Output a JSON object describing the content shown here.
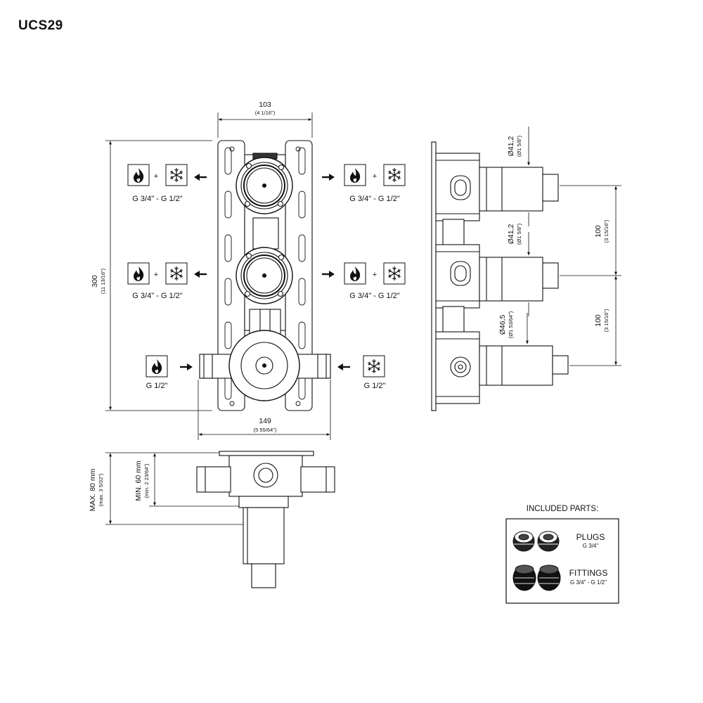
{
  "title": "UCS29",
  "dimensions": {
    "width_top": {
      "main": "103",
      "sub": "(4 1/16\")"
    },
    "height_left": {
      "main": "300",
      "sub": "(11 13/16\")"
    },
    "width_bottom": {
      "main": "149",
      "sub": "(5 55/64\")"
    },
    "max_depth": {
      "main": "MAX. 80 mm",
      "sub": "(max. 3 5/32\")"
    },
    "min_depth": {
      "main": "MIN. 60 mm",
      "sub": "(min. 2 23/64\")"
    },
    "dia_upper": {
      "main": "Ø41,2",
      "sub": "(Ø1 5/8\")"
    },
    "dia_middle": {
      "main": "Ø41,2",
      "sub": "(Ø1 5/8\")"
    },
    "dia_lower": {
      "main": "Ø46,5",
      "sub": "(Ø1 53/64\")"
    },
    "spacing_upper": {
      "main": "100",
      "sub": "(3 15/16\")"
    },
    "spacing_lower": {
      "main": "100",
      "sub": "(3 15/16\")"
    }
  },
  "connections": {
    "outlet_top_left": "G 3/4\" - G 1/2\"",
    "outlet_top_right": "G 3/4\" - G 1/2\"",
    "outlet_mid_left": "G 3/4\" - G 1/2\"",
    "outlet_mid_right": "G 3/4\" - G 1/2\"",
    "inlet_hot": "G 1/2\"",
    "inlet_cold": "G 1/2\"",
    "plus": "+"
  },
  "icons": [
    "flame-icon",
    "snowflake-icon",
    "arrow-right-icon",
    "arrow-left-icon"
  ],
  "included_parts": {
    "heading": "INCLUDED PARTS:",
    "items": [
      {
        "name": "PLUGS",
        "size": "G 3/4\""
      },
      {
        "name": "FITTINGS",
        "size": "G 3/4\" - G 1/2\""
      }
    ]
  },
  "colors": {
    "line": "#111111",
    "background": "#ffffff"
  }
}
